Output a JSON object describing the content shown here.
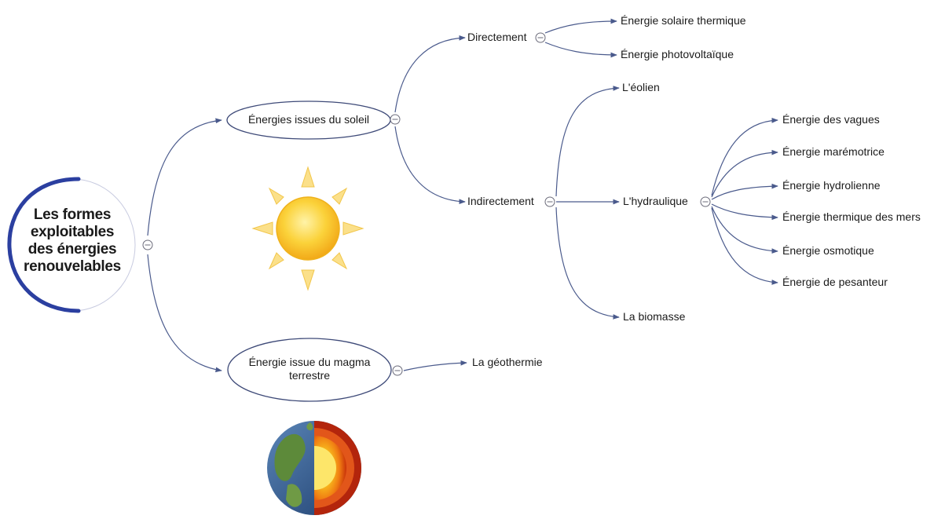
{
  "root": {
    "lines": [
      "Les formes",
      "exploitables",
      "des énergies",
      "renouvelables"
    ]
  },
  "branches": {
    "soleil": {
      "label": "Énergies issues du soleil"
    },
    "magma": {
      "lines": [
        "Énergie issue du magma",
        "terrestre"
      ]
    }
  },
  "soleil_children": {
    "direct": {
      "label": "Directement"
    },
    "indirect": {
      "label": "Indirectement"
    }
  },
  "direct_children": [
    "Énergie solaire thermique",
    "Énergie photovoltaïque"
  ],
  "indirect_children": {
    "eolien": "L'éolien",
    "hydraulique": "L'hydraulique",
    "biomasse": "La biomasse"
  },
  "hydraulique_children": [
    "Énergie des vagues",
    "Énergie marémotrice",
    "Énergie hydrolienne",
    "Énergie thermique des mers",
    "Énergie osmotique",
    "Énergie de pesanteur"
  ],
  "magma_children": [
    "La géothermie"
  ],
  "icons": {
    "collapse": "collapse-minus-icon",
    "sun": "sun-icon",
    "earth": "earth-core-icon"
  },
  "colors": {
    "connector": "#4a5a8c",
    "root_ring": "#2b3fa0",
    "sun": "#f7c21a",
    "sun_ray": "#f9d66a"
  }
}
